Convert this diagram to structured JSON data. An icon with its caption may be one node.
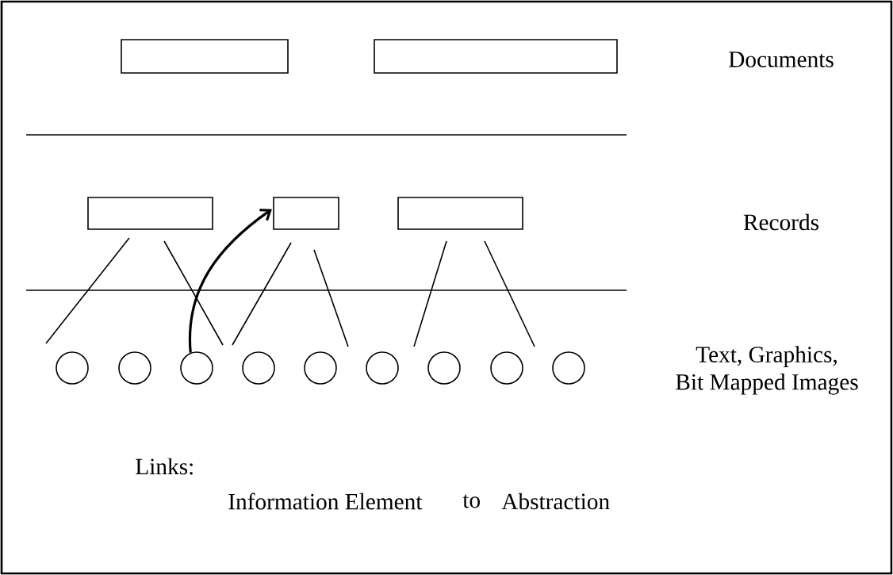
{
  "diagram": {
    "nodes": [
      {
        "text": [],
        "shape": "box"
      },
      {
        "text": [],
        "shape": "box"
      },
      {
        "text": [],
        "shape": "box"
      },
      {
        "text": [],
        "shape": "box"
      },
      {
        "text": [],
        "shape": "box"
      },
      {
        "text": [],
        "shape": "circle"
      },
      {
        "text": [],
        "shape": "circle"
      },
      {
        "text": [],
        "shape": "circle"
      },
      {
        "text": [],
        "shape": "circle"
      },
      {
        "text": [],
        "shape": "circle"
      },
      {
        "text": [],
        "shape": "circle"
      },
      {
        "text": [],
        "shape": "circle"
      },
      {
        "text": [],
        "shape": "circle"
      },
      {
        "text": [],
        "shape": "circle"
      }
    ],
    "edges": [
      {
        "from": 7,
        "to": 3,
        "arrow": "to"
      }
    ],
    "labels": [
      "Documents",
      "Records",
      "Text, Graphics, Bit Mapped Images",
      "Links:",
      "Information Element",
      "to",
      "Abstraction"
    ]
  }
}
